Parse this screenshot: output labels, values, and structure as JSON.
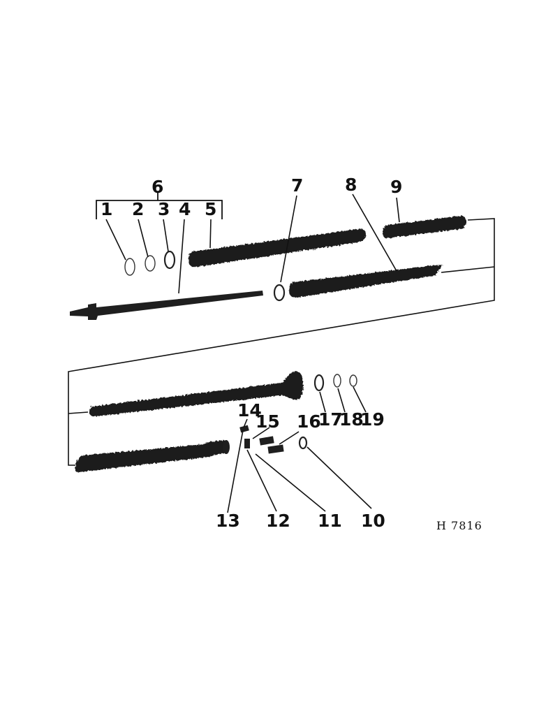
{
  "diagram": {
    "drawing_code": "H 7816",
    "callouts": [
      {
        "id": "1",
        "label": "1"
      },
      {
        "id": "2",
        "label": "2"
      },
      {
        "id": "3",
        "label": "3"
      },
      {
        "id": "4",
        "label": "4"
      },
      {
        "id": "5",
        "label": "5"
      },
      {
        "id": "6",
        "label": "6"
      },
      {
        "id": "7",
        "label": "7"
      },
      {
        "id": "8",
        "label": "8"
      },
      {
        "id": "9",
        "label": "9"
      },
      {
        "id": "10",
        "label": "10"
      },
      {
        "id": "11",
        "label": "11"
      },
      {
        "id": "12",
        "label": "12"
      },
      {
        "id": "13",
        "label": "13"
      },
      {
        "id": "14",
        "label": "14"
      },
      {
        "id": "15",
        "label": "15"
      },
      {
        "id": "16",
        "label": "16"
      },
      {
        "id": "17",
        "label": "17"
      },
      {
        "id": "18",
        "label": "18"
      },
      {
        "id": "19",
        "label": "19"
      }
    ]
  }
}
